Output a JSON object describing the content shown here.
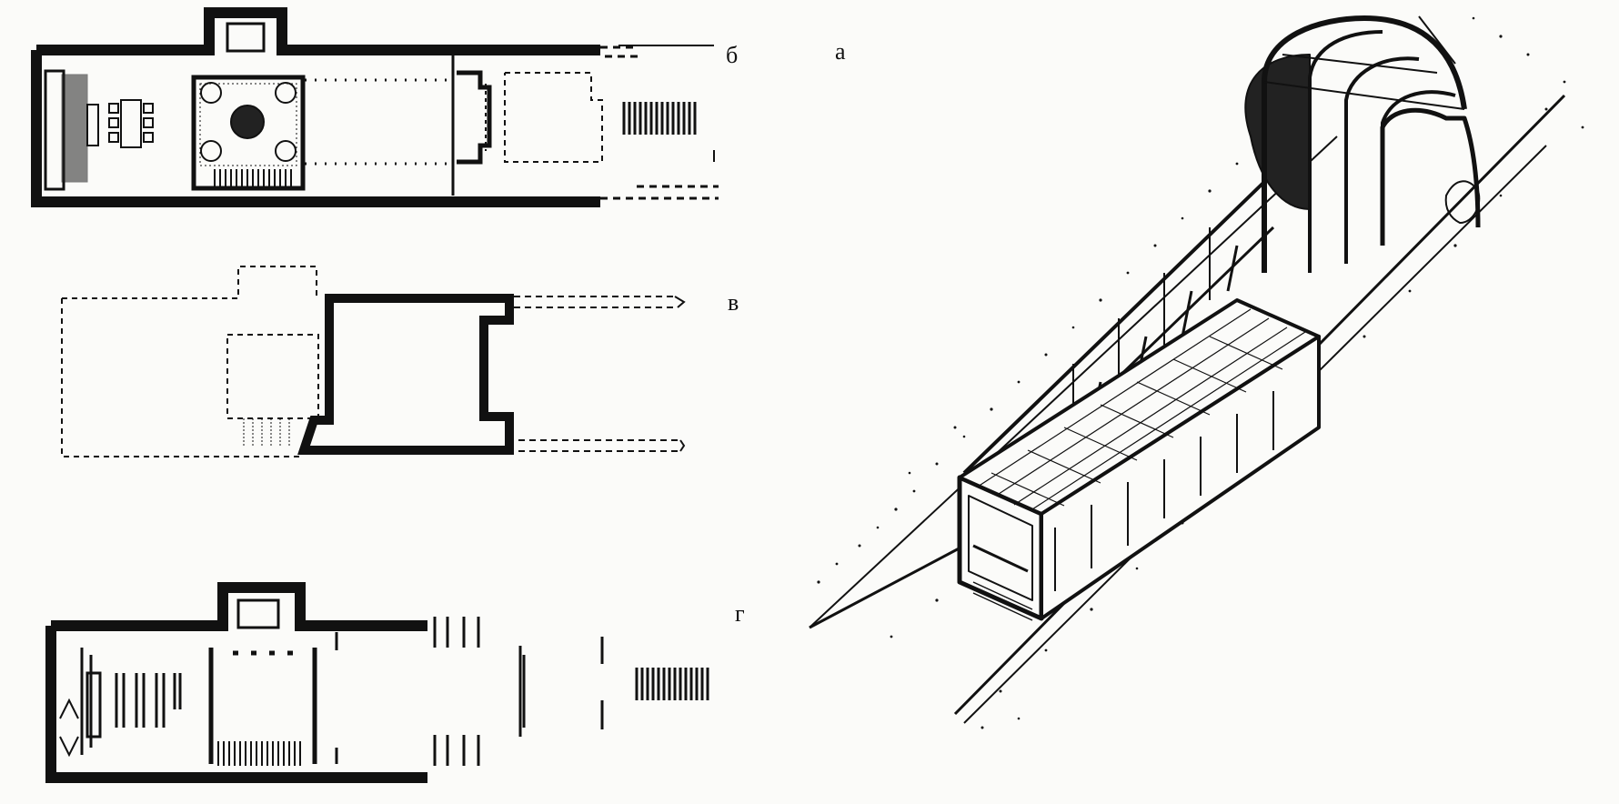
{
  "labels": {
    "a": "а",
    "b": "б",
    "v": "в",
    "g": "г"
  },
  "colors": {
    "ink": "#111111",
    "paper": "#fbfbf9"
  }
}
